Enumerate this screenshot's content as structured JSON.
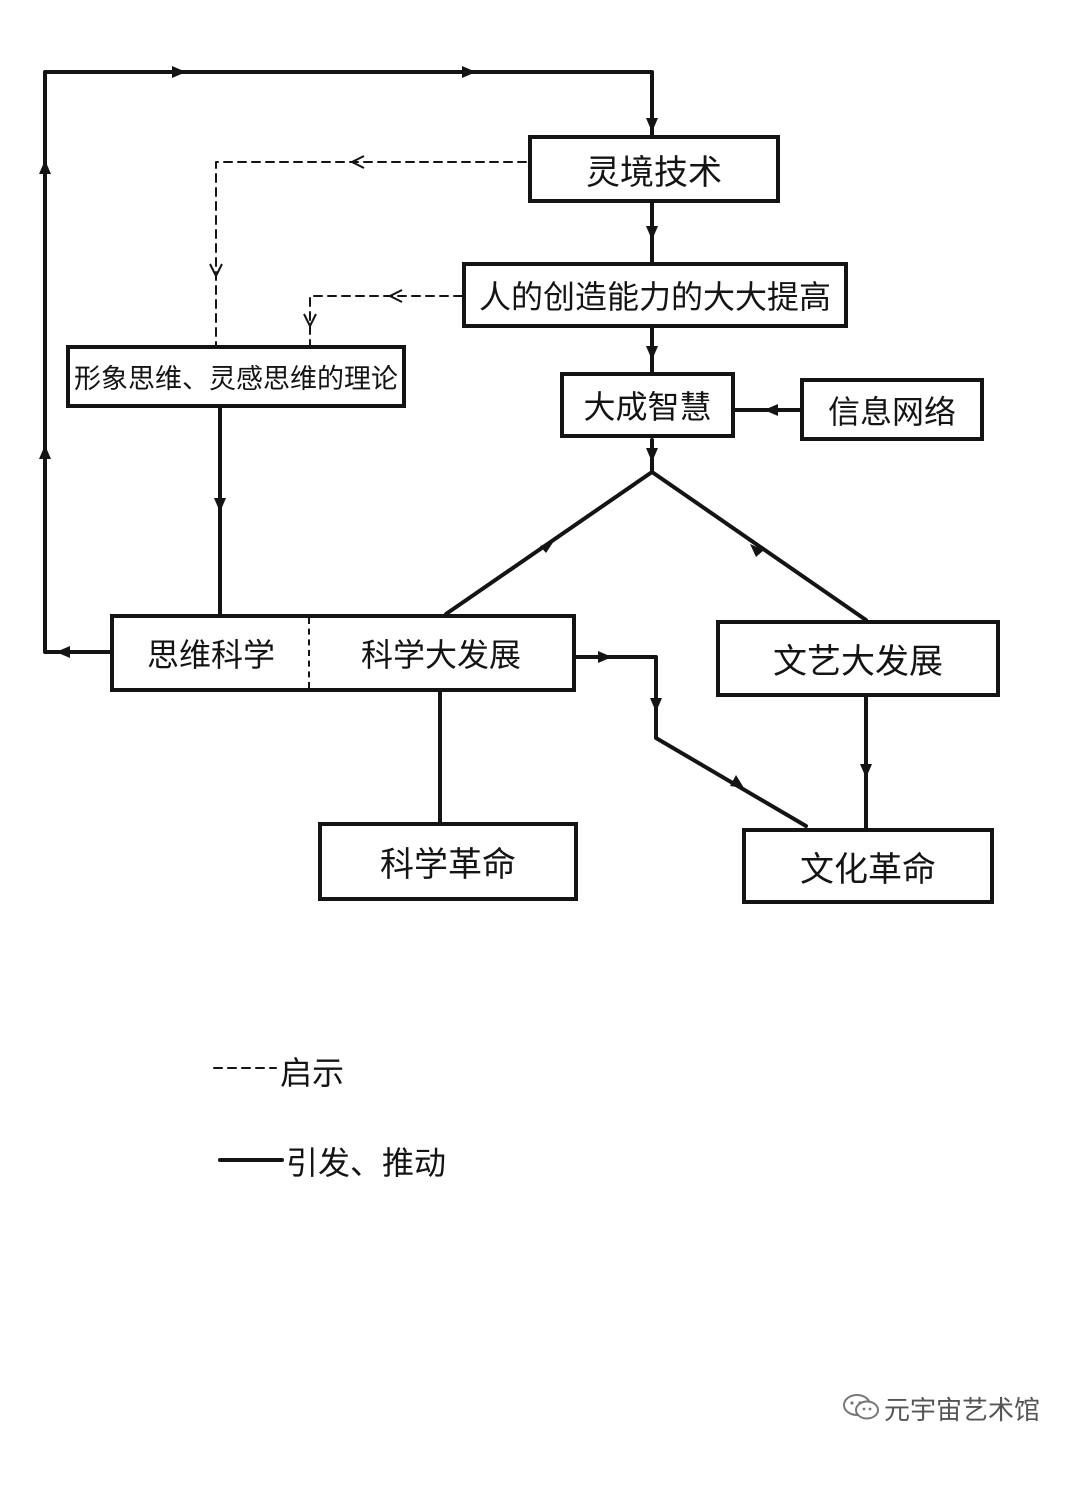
{
  "diagram": {
    "nodes": {
      "lingjing": "灵境技术",
      "creativity": "人的创造能力的大大提高",
      "theory": "形象思维、灵感思维的理论",
      "dacheng": "大成智慧",
      "xinxi": "信息网络",
      "siwei_kexue": "思维科学",
      "kexue_dafazhan": "科学大发展",
      "wenyi_dafazhan": "文艺大发展",
      "kexue_geming": "科学革命",
      "wenhua_geming": "文化革命"
    },
    "legend": {
      "dashed_label": "启示",
      "solid_label": "引发、推动"
    }
  },
  "watermark": {
    "text": "元宇宙艺术馆",
    "icon": "wechat-icon"
  }
}
